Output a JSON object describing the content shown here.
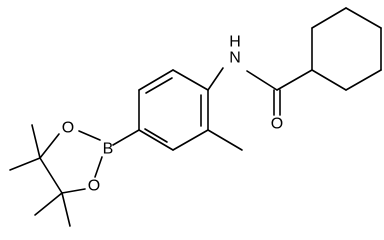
{
  "molecule": {
    "atoms": {
      "amide_nitrogen": "N",
      "amide_hydrogen": "H",
      "carbonyl_oxygen": "O",
      "boron": "B",
      "ring_oxygen_top": "O",
      "ring_oxygen_bottom": "O"
    }
  },
  "colors": {
    "bond": "#000000",
    "label": "#000000",
    "background": "#ffffff"
  }
}
